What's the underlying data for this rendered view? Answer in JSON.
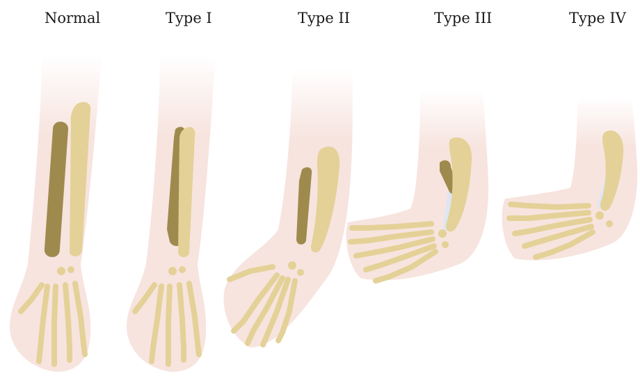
{
  "labels": {
    "normal": "Normal",
    "type1": "Type I",
    "type2": "Type II",
    "type3": "Type III",
    "type4": "Type IV"
  },
  "colors": {
    "skin": "#f7e4df",
    "skin_edge": "#efd2cc",
    "bone": "#e4d197",
    "bone_dark": "#9f8a4e",
    "anlage": "#dfe6f2",
    "text": "#1a1a1a"
  }
}
